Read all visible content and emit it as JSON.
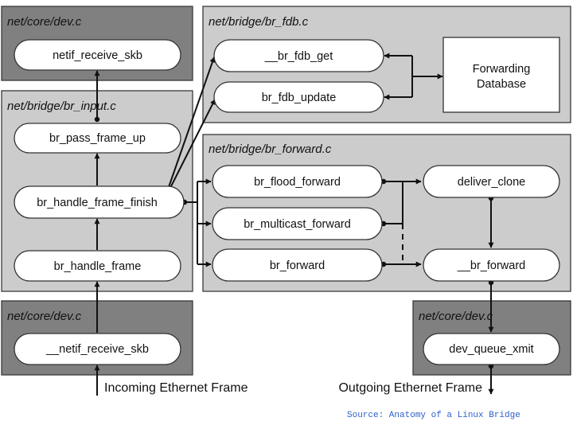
{
  "panels": {
    "core_dev_top": {
      "title": "net/core/dev.c"
    },
    "br_input": {
      "title": "net/bridge/br_input.c"
    },
    "core_dev_bottom_left": {
      "title": "net/core/dev.c"
    },
    "br_fdb": {
      "title": "net/bridge/br_fdb.c"
    },
    "br_forward": {
      "title": "net/bridge/br_forward.c"
    },
    "core_dev_bottom_right": {
      "title": "net/core/dev.c"
    }
  },
  "nodes": {
    "netif_receive_skb": "netif_receive_skb",
    "br_pass_frame_up": "br_pass_frame_up",
    "br_handle_frame_finish": "br_handle_frame_finish",
    "br_handle_frame": "br_handle_frame",
    "netif_receive_skb_internal": "__netif_receive_skb",
    "br_fdb_get": "__br_fdb_get",
    "br_fdb_update": "br_fdb_update",
    "forwarding_database": [
      "Forwarding",
      "Database"
    ],
    "br_flood_forward": "br_flood_forward",
    "br_multicast_forward": "br_multicast_forward",
    "br_forward": "br_forward",
    "deliver_clone": "deliver_clone",
    "br_forward_internal": "__br_forward",
    "dev_queue_xmit": "dev_queue_xmit"
  },
  "labels": {
    "incoming": "Incoming Ethernet Frame",
    "outgoing": "Outgoing Ethernet Frame",
    "source": "Source: Anatomy of a Linux Bridge"
  },
  "colors": {
    "dark_panel": "#808080",
    "light_panel": "#cccccc",
    "panel_border": "#3a3a3a",
    "node_fill": "#ffffff",
    "arrow": "#111111",
    "source_text": "#2c5fc9"
  }
}
